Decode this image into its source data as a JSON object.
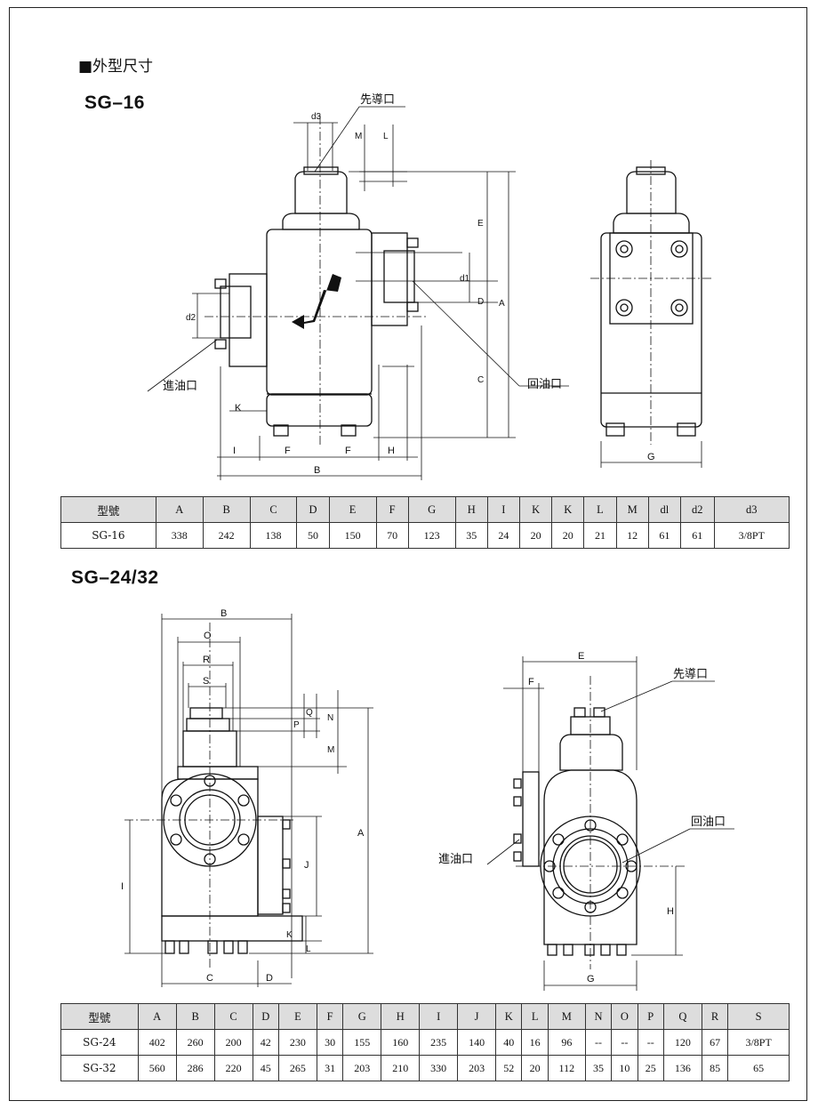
{
  "section_title": "■外型尺寸",
  "sg16": {
    "title": "SG–16",
    "labels": {
      "pilot_port": "先導口",
      "inlet_port": "進油口",
      "return_port": "回油口",
      "d3": "d3",
      "M": "M",
      "L": "L",
      "E": "E",
      "A": "A",
      "C": "C",
      "d1": "d1",
      "D": "D",
      "d2": "d2",
      "K": "K",
      "I": "I",
      "F": "F",
      "H": "H",
      "B": "B",
      "G": "G"
    },
    "table": {
      "headers": [
        "型號",
        "A",
        "B",
        "C",
        "D",
        "E",
        "F",
        "G",
        "H",
        "I",
        "K",
        "K",
        "L",
        "M",
        "dl",
        "d2",
        "d3"
      ],
      "rows": [
        [
          "SG-16",
          "338",
          "242",
          "138",
          "50",
          "150",
          "70",
          "123",
          "35",
          "24",
          "20",
          "20",
          "21",
          "12",
          "61",
          "61",
          "3/8PT"
        ]
      ]
    }
  },
  "sg2432": {
    "title": "SG–24/32",
    "labels": {
      "pilot_port": "先導口",
      "inlet_port": "進油口",
      "return_port": "回油口",
      "B": "B",
      "O": "O",
      "R": "R",
      "S": "S",
      "P": "P",
      "Q": "Q",
      "N": "N",
      "M": "M",
      "A": "A",
      "I": "I",
      "J": "J",
      "K": "K",
      "L": "L",
      "C": "C",
      "D": "D",
      "E": "E",
      "F": "F",
      "H": "H",
      "G": "G"
    },
    "table": {
      "headers": [
        "型號",
        "A",
        "B",
        "C",
        "D",
        "E",
        "F",
        "G",
        "H",
        "I",
        "J",
        "K",
        "L",
        "M",
        "N",
        "O",
        "P",
        "Q",
        "R",
        "S"
      ],
      "rows": [
        [
          "SG-24",
          "402",
          "260",
          "200",
          "42",
          "230",
          "30",
          "155",
          "160",
          "235",
          "140",
          "40",
          "16",
          "96",
          "--",
          "--",
          "--",
          "120",
          "67",
          "3/8PT"
        ],
        [
          "SG-32",
          "560",
          "286",
          "220",
          "45",
          "265",
          "31",
          "203",
          "210",
          "330",
          "203",
          "52",
          "20",
          "112",
          "35",
          "10",
          "25",
          "136",
          "85",
          "65"
        ]
      ]
    }
  }
}
